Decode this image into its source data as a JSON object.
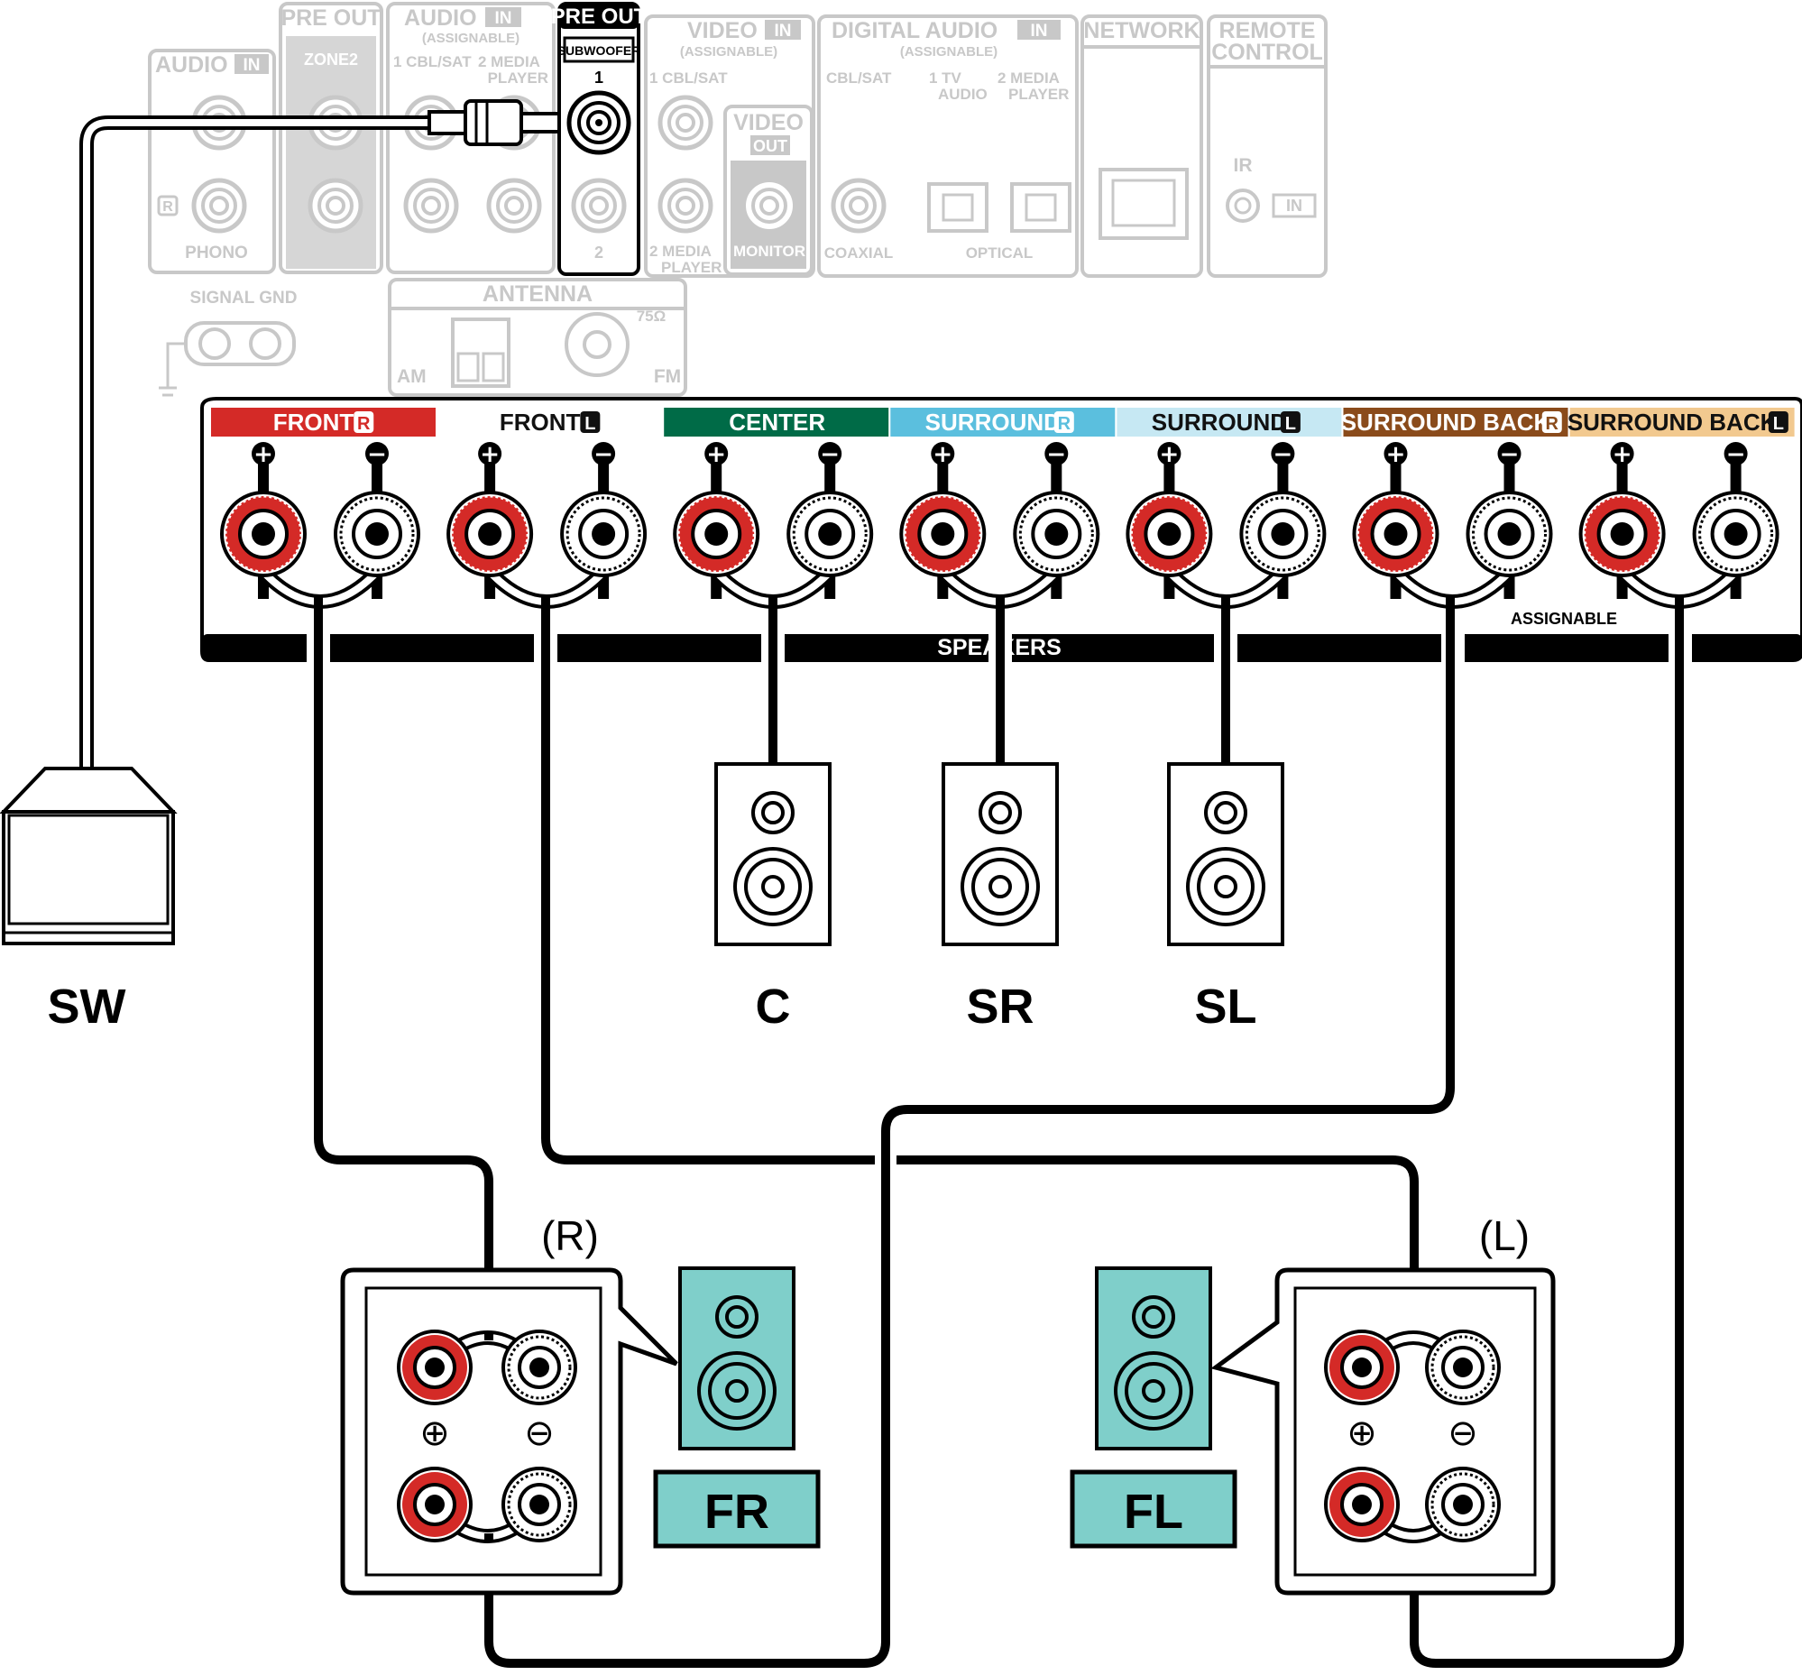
{
  "rear_panel": {
    "audio_in": {
      "title": "AUDIO",
      "tag": "IN",
      "r_mark": "R",
      "label": "PHONO"
    },
    "pre_out_zone": {
      "title": "PRE OUT",
      "sub": "ZONE2"
    },
    "audio_in_assignable": {
      "title": "AUDIO",
      "tag": "IN",
      "sub": "(ASSIGNABLE)",
      "inputs": [
        "1 CBL/SAT",
        "2 MEDIA",
        "PLAYER"
      ]
    },
    "pre_out_subwoofer": {
      "title": "PRE OUT",
      "sub": "SUBWOOFER",
      "jack1": "1",
      "jack2": "2"
    },
    "video_in": {
      "title": "VIDEO",
      "tag": "IN",
      "sub": "(ASSIGNABLE)",
      "inputs": [
        "1 CBL/SAT",
        "2 MEDIA",
        "PLAYER"
      ]
    },
    "video_out": {
      "title": "VIDEO",
      "tag": "OUT",
      "label": "MONITOR"
    },
    "digital_audio_in": {
      "title": "DIGITAL AUDIO",
      "tag": "IN",
      "sub": "(ASSIGNABLE)",
      "inputs": [
        "CBL/SAT",
        "1  TV",
        "AUDIO",
        "2  MEDIA",
        "PLAYER"
      ],
      "coaxial": "COAXIAL",
      "optical": "OPTICAL"
    },
    "network": {
      "title": "NETWORK"
    },
    "remote_control": {
      "title_line1": "REMOTE",
      "title_line2": "CONTROL",
      "ir": "IR",
      "in": "IN"
    },
    "signal_gnd": "SIGNAL GND",
    "antenna": {
      "title": "ANTENNA",
      "am": "AM",
      "fm": "FM",
      "ohm": "75Ω"
    }
  },
  "speaker_panel": {
    "channels": [
      {
        "label": "FRONT",
        "badge": "R",
        "color": "#d42a27"
      },
      {
        "label": "FRONT",
        "badge": "L",
        "color": "#ffffff"
      },
      {
        "label": "CENTER",
        "badge": "",
        "color": "#006b47"
      },
      {
        "label": "SURROUND",
        "badge": "R",
        "color": "#5bbfde"
      },
      {
        "label": "SURROUND",
        "badge": "L",
        "color": "#c6e8f3"
      },
      {
        "label": "SURROUND BACK",
        "badge": "R",
        "color": "#8a4b1b"
      },
      {
        "label": "SURROUND BACK",
        "badge": "L",
        "color": "#f2c98f"
      }
    ],
    "plus": "+",
    "minus": "−",
    "assignable": "ASSIGNABLE",
    "bottom_label": "SPEAKERS"
  },
  "speakers": {
    "sw": "SW",
    "c": "C",
    "sr": "SR",
    "sl": "SL",
    "fr": "FR",
    "fl": "FL",
    "right_mark": "(R)",
    "left_mark": "(L)",
    "plus_sym": "⊕",
    "minus_sym": "⊖"
  },
  "colors": {
    "red_terminal": "#d42a27",
    "teal_speaker": "#7fcfca",
    "cable": "#000000",
    "faded": "#c8c8c8"
  }
}
